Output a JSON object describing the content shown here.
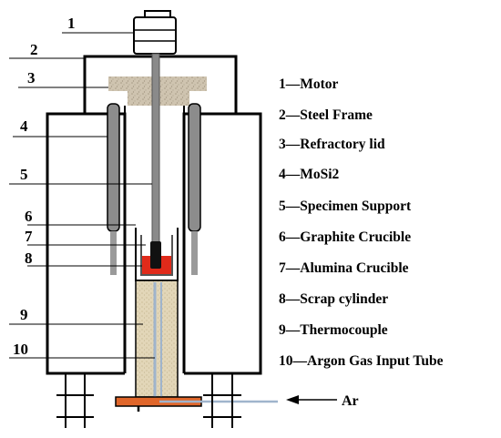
{
  "callouts": [
    "1",
    "2",
    "3",
    "4",
    "5",
    "6",
    "7",
    "8",
    "9",
    "10"
  ],
  "legend": [
    "1—Motor",
    "2—Steel Frame",
    "3—Refractory lid",
    "4—MoSi2",
    "5—Specimen Support",
    "6—Graphite Crucible",
    "7—Alumina Crucible",
    "8—Scrap cylinder",
    "9—Thermocouple",
    "10—Argon Gas Input Tube"
  ],
  "gas_label": "Ar",
  "colors": {
    "line": "#000000",
    "refractory_lid": "#c8bfae",
    "support_rod": "#8a8a8a",
    "heating_element": "#8c8c8c",
    "scrap": "#e02a1a",
    "thermocouple": "#9fb4cc",
    "base_plate": "#e0662a",
    "specimen_fill": "#ddd0b0"
  }
}
